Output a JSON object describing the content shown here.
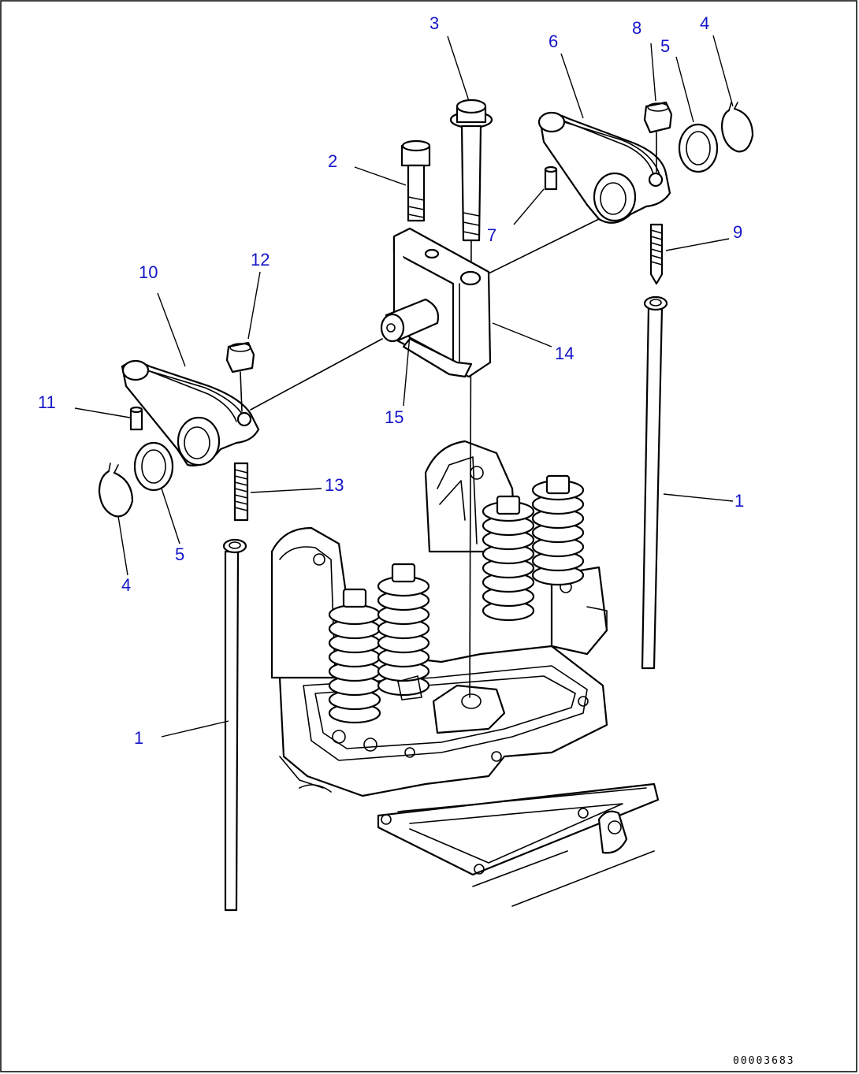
{
  "figure_code": "00003683",
  "callouts": {
    "c1_left": "1",
    "c1_right": "1",
    "c2": "2",
    "c3": "3",
    "c4_left": "4",
    "c4_right": "4",
    "c5_left": "5",
    "c5_right": "5",
    "c6": "6",
    "c7": "7",
    "c8": "8",
    "c9": "9",
    "c10": "10",
    "c11": "11",
    "c12": "12",
    "c13": "13",
    "c14": "14",
    "c15": "15"
  },
  "colors": {
    "callout": "#1515c8",
    "line": "#000000",
    "background": "#ffffff"
  }
}
